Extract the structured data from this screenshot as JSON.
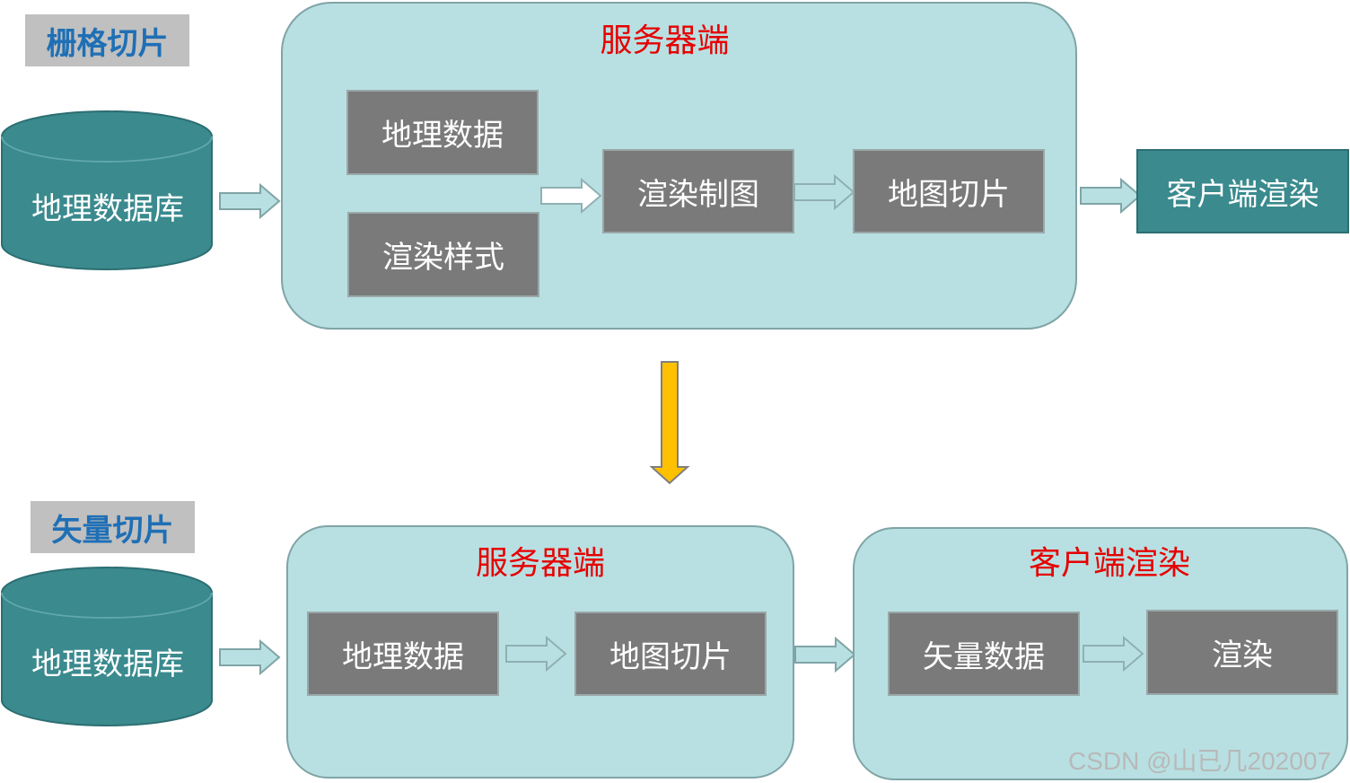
{
  "raster": {
    "tag": "栅格切片",
    "database": "地理数据库",
    "server_title": "服务器端",
    "geo_data": "地理数据",
    "render_style": "渲染样式",
    "render_map": "渲染制图",
    "map_tiles": "地图切片",
    "client_render": "客户端渲染"
  },
  "vector": {
    "tag": "矢量切片",
    "database": "地理数据库",
    "server_title": "服务器端",
    "geo_data": "地理数据",
    "map_tiles": "地图切片",
    "client_title": "客户端渲染",
    "vector_data": "矢量数据",
    "render": "渲染"
  },
  "watermark": "CSDN @山已几202007"
}
